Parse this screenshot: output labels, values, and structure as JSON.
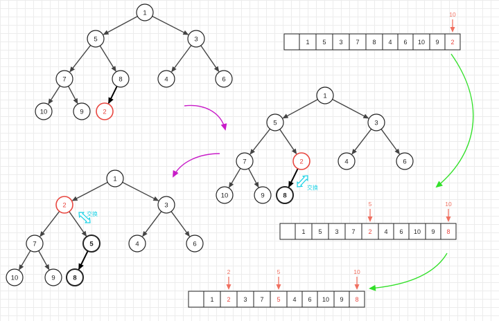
{
  "colors": {
    "edge": "#444444",
    "node_border": "#222222",
    "highlight": "#e8463f",
    "swap_arrow": "#22d3e6",
    "magenta_arrow": "#c81cc8",
    "green_arrow": "#33e02a",
    "marker": "#f07060"
  },
  "swap_label": "交换",
  "trees": [
    {
      "nodes": [
        "1",
        "5",
        "3",
        "7",
        "8",
        "4",
        "6",
        "10",
        "9",
        "2"
      ],
      "highlight": [
        9
      ],
      "bold": []
    },
    {
      "nodes": [
        "1",
        "5",
        "3",
        "7",
        "2",
        "4",
        "6",
        "10",
        "9",
        "8"
      ],
      "highlight": [
        4
      ],
      "bold": [
        9
      ]
    },
    {
      "nodes": [
        "1",
        "2",
        "3",
        "7",
        "5",
        "4",
        "6",
        "10",
        "9",
        "8"
      ],
      "highlight": [
        1
      ],
      "bold": [
        4,
        9
      ]
    }
  ],
  "arrays": [
    {
      "values": [
        "",
        "1",
        "5",
        "3",
        "7",
        "8",
        "4",
        "6",
        "10",
        "9",
        "2"
      ],
      "highlight": [
        10
      ],
      "markers": [
        {
          "index": 10,
          "label": "10"
        }
      ]
    },
    {
      "values": [
        "",
        "1",
        "5",
        "3",
        "7",
        "2",
        "4",
        "6",
        "10",
        "9",
        "8"
      ],
      "highlight": [
        5,
        10
      ],
      "markers": [
        {
          "index": 5,
          "label": "5"
        },
        {
          "index": 10,
          "label": "10"
        }
      ]
    },
    {
      "values": [
        "",
        "1",
        "2",
        "3",
        "7",
        "5",
        "4",
        "6",
        "10",
        "9",
        "8"
      ],
      "highlight": [
        2,
        5,
        10
      ],
      "markers": [
        {
          "index": 2,
          "label": "2"
        },
        {
          "index": 5,
          "label": "5"
        },
        {
          "index": 10,
          "label": "10"
        }
      ]
    }
  ]
}
